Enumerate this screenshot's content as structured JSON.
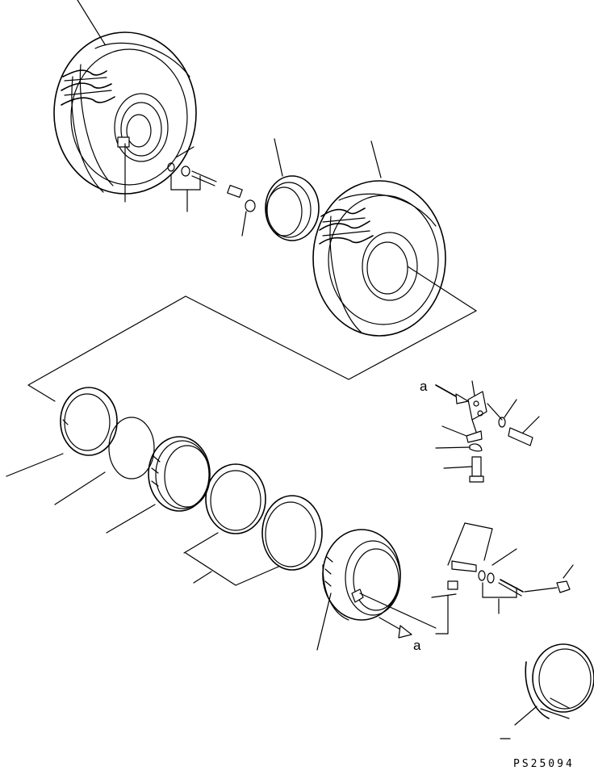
{
  "diagram": {
    "callout_a_upper": "a",
    "callout_a_lower": "a",
    "drawing_code": "PS25094"
  }
}
